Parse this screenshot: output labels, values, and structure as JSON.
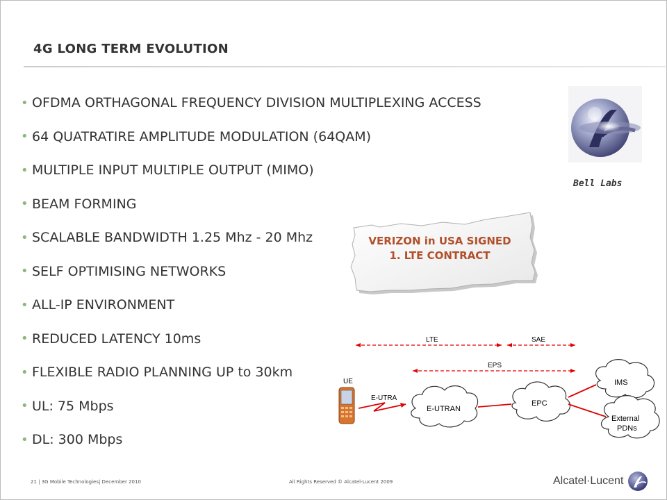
{
  "slide": {
    "title": "4G LONG TERM EVOLUTION",
    "bullets": [
      "OFDMA ORTHAGONAL FREQUENCY DIVISION MULTIPLEXING ACCESS",
      "64 QUATRATIRE AMPLITUDE MODULATION (64QAM)",
      "MULTIPLE INPUT MULTIPLE OUTPUT (MIMO)",
      "BEAM FORMING",
      "SCALABLE BANDWIDTH 1.25 Mhz - 20 Mhz",
      "SELF OPTIMISING NETWORKS",
      "ALL-IP ENVIRONMENT",
      "REDUCED LATENCY 10ms",
      "FLEXIBLE RADIO PLANNING UP to 30km",
      "UL: 75 Mbps",
      "DL: 300 Mbps"
    ],
    "bullet_marker": "•",
    "logo_caption": "Bell Labs",
    "note": {
      "line1": "VERIZON in USA SIGNED",
      "line2": "1. LTE CONTRACT",
      "color": "#b1502a"
    },
    "diagram": {
      "lte_label": "LTE",
      "sae_label": "SAE",
      "eps_label": "EPS",
      "ue_label": "UE",
      "e_utra_label": "E-UTRA",
      "e_utran_label": "E-UTRAN",
      "epc_label": "EPC",
      "ims_label": "IMS",
      "external_line1": "External",
      "external_line2": "PDNs",
      "link_color": "#e00000"
    },
    "footer": {
      "left": "21 | 3G Mobile Technologies| December 2010",
      "center": "All Rights Reserved © Alcatel-Lucent 2009",
      "brand": "Alcatel·Lucent"
    },
    "accent_color": "#8cb87a"
  }
}
